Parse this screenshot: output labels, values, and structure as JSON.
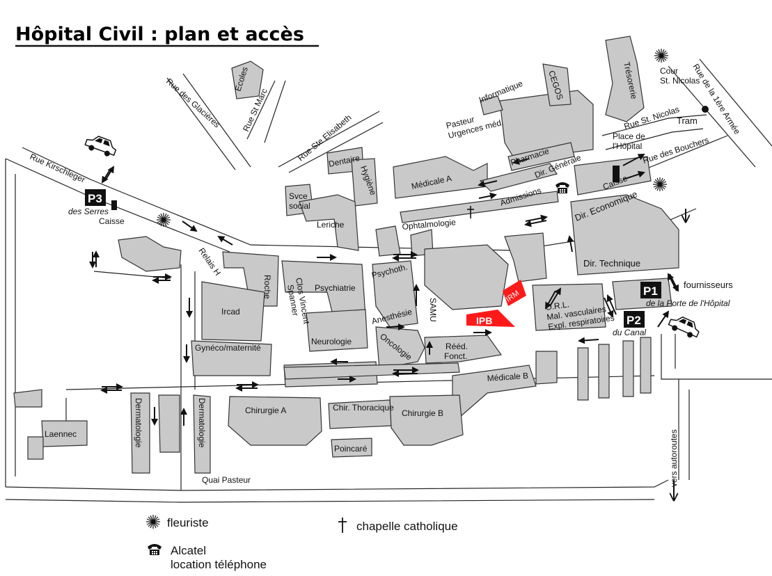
{
  "title": "Hôpital Civil : plan et accès",
  "streets": {
    "kirschleger": "Rue Kirschleger",
    "glacieres": "Rue des Glacières",
    "st_marc": "Rue St Marc",
    "ste_elisabeth": "Rue Ste Elisabeth",
    "st_nicolas": "Rue St. Nicolas",
    "tete_armee": "Rue de la 1ère Armée",
    "bouchers": "Rue des Bouchers",
    "place_hopital_1": "Place de",
    "place_hopital_2": "l'Hôpital",
    "quai_pasteur": "Quai Pasteur",
    "vers_autoroutes": "vers autoroutes"
  },
  "buildings": {
    "ecoles": "Ecoles",
    "dentaire": "Dentaire",
    "hygiene": "Hygiène",
    "informatique": "Informatique",
    "cegos": "CEGOS",
    "tresorerie": "Trésorerie",
    "cour_1": "Cour",
    "cour_2": "St. Nicolas",
    "tram": "Tram",
    "pasteur_1": "Pasteur",
    "pasteur_2": "Urgences méd.",
    "pharmacie": "Pharmacie",
    "medicale_a": "Médicale A",
    "dir_generale": "Dir. Générale",
    "admissions": "Admissions",
    "caisse": "Caisse",
    "ophtalmologie": "Ophtalmologie",
    "dir_economique": "Dir. Economique",
    "svce_1": "Svce",
    "svce_2": "social",
    "leriche": "Leriche",
    "relais": "Relais H",
    "roche": "Roche",
    "clos_1": "Clos Vincent",
    "clos_2": "Spanner",
    "psychiatrie": "Psychiatrie",
    "neurologie": "Neurologie",
    "psychoth": "Psychoth.",
    "anesthesie": "Anesthésie",
    "samu": "SAMU",
    "irm": "IRM",
    "ipb": "IPB",
    "dir_technique": "Dir. Technique",
    "orl": "O.R.L.",
    "mal_vasc": "Mal. vasculaires",
    "expl_resp": "Expl. respiratoires",
    "ircad": "Ircad",
    "gyneco": "Gynéco/maternité",
    "oncologie": "Oncologie",
    "reed_1": "Rééd.",
    "reed_2": "Fonct.",
    "medicale_b": "Médicale B",
    "chirurgie_a": "Chirurgie A",
    "chir_thoracique": "Chir. Thoracique",
    "chirurgie_b": "Chirurgie B",
    "poincare": "Poincaré",
    "dermatologie_1": "Dermatologie",
    "dermatologie_2": "Dermatologie",
    "laennec": "Laennec"
  },
  "parking": {
    "p1": "P1",
    "p1_sub": "de la Porte de l'Hôpital",
    "p2": "P2",
    "p2_sub": "du Canal",
    "p3": "P3",
    "p3_sub": "des Serres",
    "p3_caisse": "Caisse",
    "fournisseurs": "fournisseurs"
  },
  "legend": {
    "fleuriste": "fleuriste",
    "chapelle": "chapelle catholique",
    "alcatel_1": "Alcatel",
    "alcatel_2": "location téléphone"
  },
  "icons": [
    "flower-icon",
    "cross-icon",
    "telephone-icon",
    "car-icon",
    "tram-stop-icon"
  ],
  "colors": {
    "building": "#c9c9c9",
    "highlight": "#ff1a1a",
    "ink": "#111111"
  }
}
